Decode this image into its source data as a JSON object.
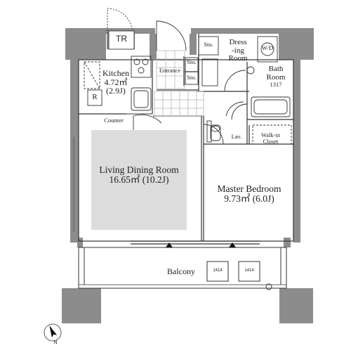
{
  "plan": {
    "rooms": {
      "living": {
        "name": "Living Dining Room",
        "area": "16.65㎡",
        "tatami": "(10.2J)"
      },
      "bedroom": {
        "name": "Master Bedroom",
        "area": "9.73㎡",
        "tatami": "(6.0J)"
      },
      "kitchen": {
        "name": "Kitchen",
        "area": "4.72㎡",
        "tatami": "(2.9J)"
      },
      "bath": {
        "name": "Bath",
        "name2": "Room",
        "code": "1317"
      },
      "dressing": {
        "name": "Dress",
        "name2": "-ing",
        "name3": "Room"
      },
      "entrance": {
        "name": "Entrance"
      },
      "balcony": {
        "name": "Balcony"
      },
      "walkin": {
        "name": "Walk-in",
        "name2": "Closet"
      }
    },
    "labels": {
      "tr": "TR",
      "sto1": "Sto.",
      "sto2": "Sto.",
      "sto3": "Sto.",
      "wd": "W/D",
      "refrigerator": "R",
      "counter": "Counter",
      "lavatory": "Lav.",
      "ac1": "1414",
      "ac2": "1414"
    },
    "compass": {
      "north": "N"
    },
    "colors": {
      "wall": "#8c8c8c",
      "wall_dark": "#6e6e6e",
      "living_fill": "#dcdcdc",
      "line": "#333333",
      "tile": "#b5b5b5"
    }
  }
}
